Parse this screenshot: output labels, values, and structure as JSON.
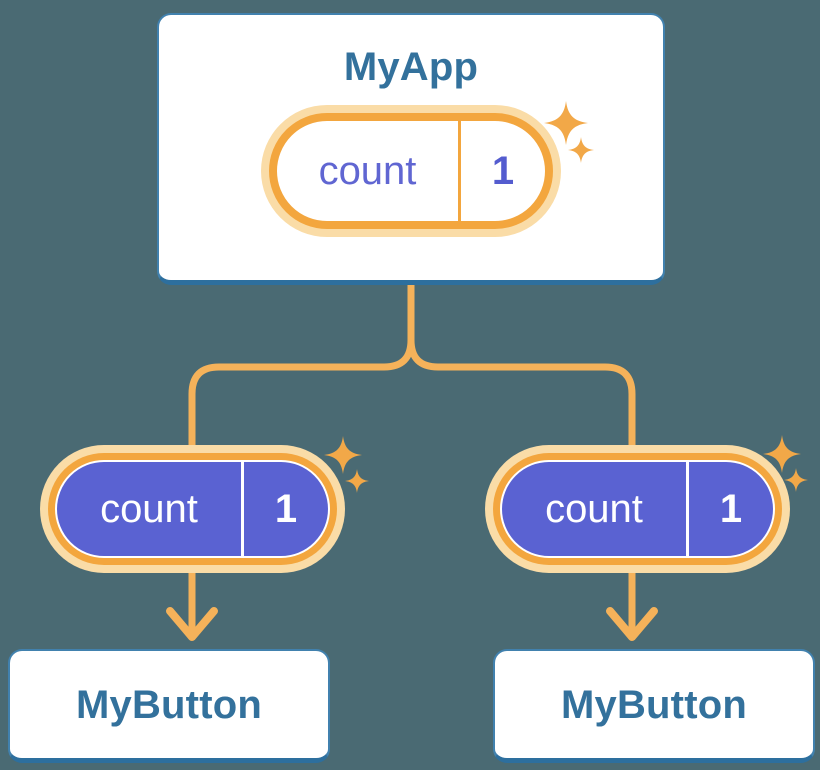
{
  "diagram": {
    "root": {
      "title": "MyApp",
      "state": {
        "label": "count",
        "value": "1"
      }
    },
    "children": [
      {
        "title": "MyButton",
        "state": {
          "label": "count",
          "value": "1"
        }
      },
      {
        "title": "MyButton",
        "state": {
          "label": "count",
          "value": "1"
        }
      }
    ]
  },
  "icons": {
    "sparkle": "four-point-star ✦"
  },
  "colors": {
    "background": "#4A6A73",
    "card_fill": "#FFFFFF",
    "card_border": "#4181AE",
    "card_border_bottom": "#2D6F9E",
    "card_text": "#33719C",
    "pill_ring_orange": "#F3A63E",
    "pill_glow": "#FADCA7",
    "pill_fill_purple": "#5A62D2",
    "pill_text_purple": "#6066D2",
    "pill_text_white": "#FFFFFF",
    "connector": "#F5B25A",
    "sparkle": "#F2A848"
  }
}
